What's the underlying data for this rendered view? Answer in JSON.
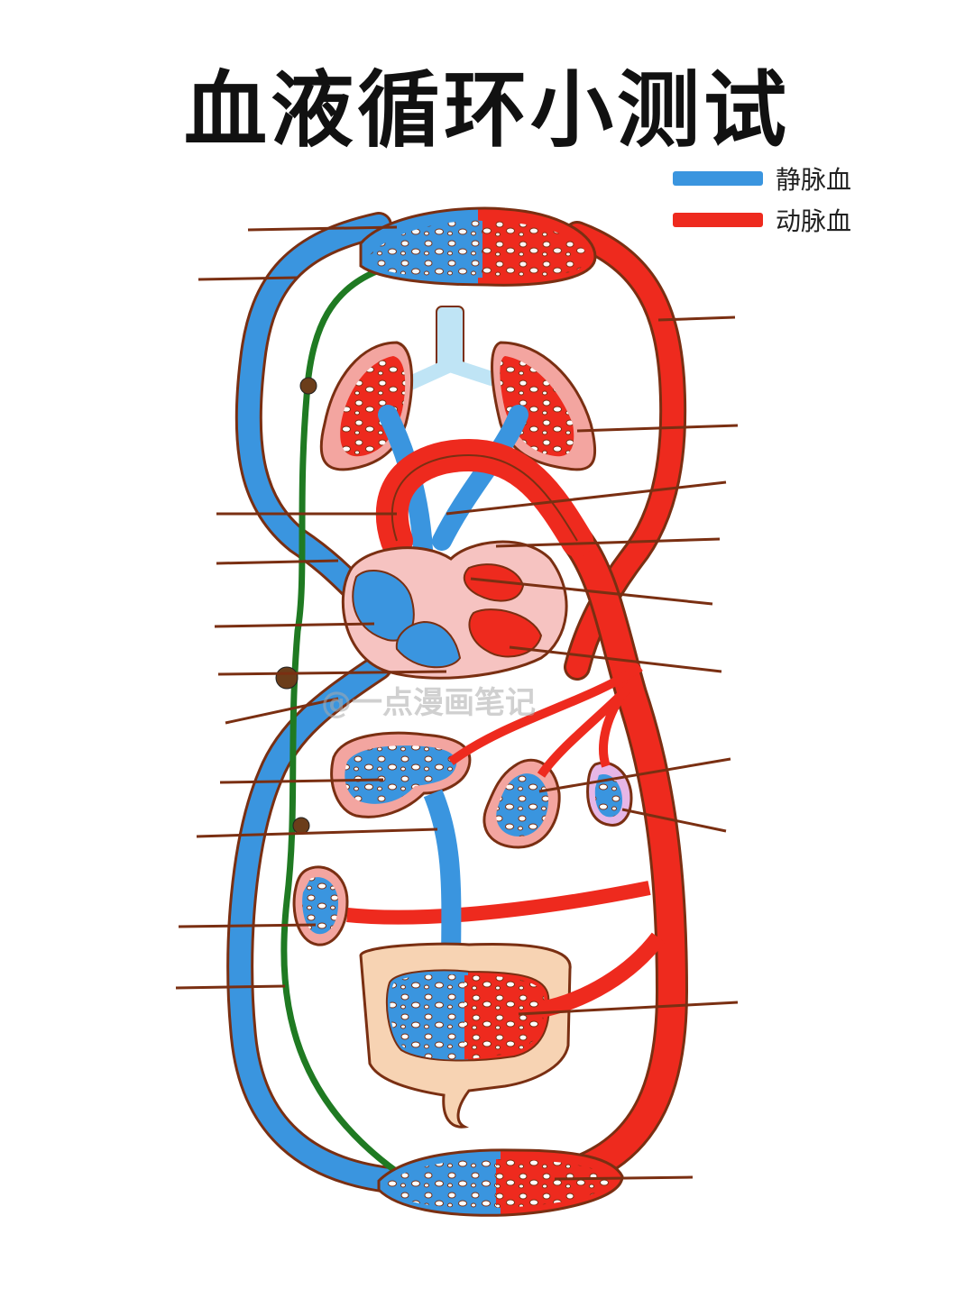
{
  "title": "血液循环小测试",
  "legend": {
    "venous": {
      "label": "静脉血",
      "color": "#3a95df"
    },
    "arterial": {
      "label": "动脉血",
      "color": "#ee2a1e"
    }
  },
  "watermark": "@一点漫画笔记",
  "colors": {
    "venous": "#3a95df",
    "arterial": "#ee2a1e",
    "outline": "#7a2f12",
    "lymph": "#1f7a22",
    "tissue_pink": "#f3a5a0",
    "bronchi": "#bfe4f5",
    "intestine": "#f7d3b3"
  }
}
